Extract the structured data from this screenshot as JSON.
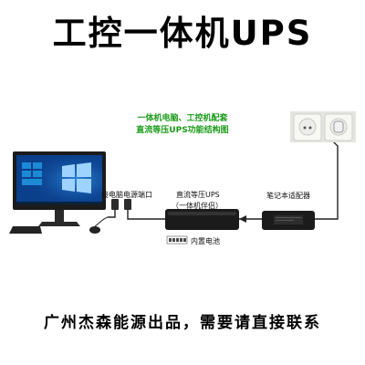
{
  "header": {
    "title": "工控一体机UPS"
  },
  "caption": {
    "line1": "一体机电脑、工控机配套",
    "line2": "直流等压UPS功能结构图"
  },
  "labels": {
    "computer_port": "接电脑电源端口",
    "ups_name": "直流等压UPS",
    "ups_sub": "（一体机伴侣）",
    "battery": "内置电池",
    "adapter": "笔记本适配器"
  },
  "footer": {
    "text": "广州杰森能源出品，需要请直接联系"
  },
  "colors": {
    "caption_green": "#1a9b1a",
    "device_dark": "#1b1b1b",
    "wire": "#222222"
  },
  "icons": {
    "computer": "all-in-one-computer-icon",
    "ups": "ups-box-icon",
    "adapter": "power-adapter-icon",
    "socket": "wall-socket-icon",
    "arrow": "arrow-left-icon"
  }
}
